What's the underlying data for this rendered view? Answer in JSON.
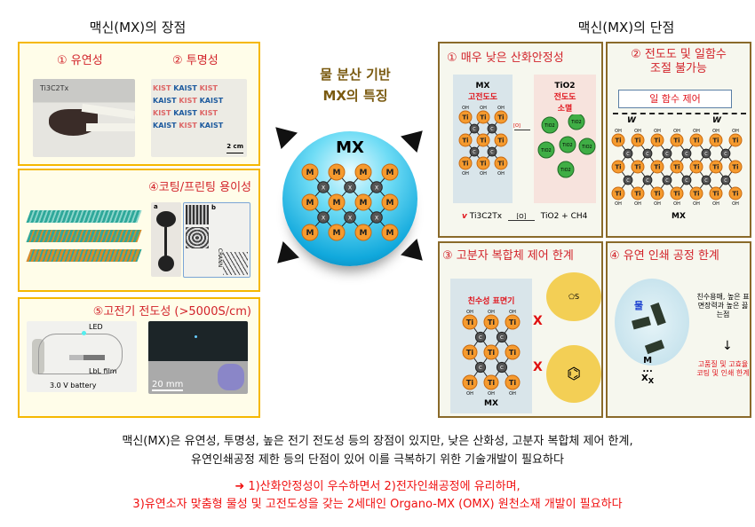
{
  "pros": {
    "title": "맥신(MX)의 장점",
    "p1": "① 유연성",
    "p1_formula": "Ti3C2Tx",
    "p2": "② 투명성",
    "p2_logo1": "KAIST",
    "p2_logo2": "KIST",
    "p2_scale": "2 cm",
    "p4": "④코팅/프린팅 용이성",
    "p4_a": "a",
    "p4_b": "b",
    "p4_crann": "CRANN",
    "p5": "⑤고전기 전도성 (>5000S/cm)",
    "p5_led": "LED",
    "p5_film": "LbL film",
    "p5_battery": "3.0 V battery",
    "p5_scale": "20 mm"
  },
  "center": {
    "title_line1": "물 분산 기반",
    "title_line2": "MX의 특징",
    "sphere_label": "MX",
    "atom_m": "M",
    "atom_x": "X"
  },
  "cons": {
    "title": "맥신(MX)의 단점",
    "c1": {
      "title": "① 매우 낮은 산화안정성",
      "mx": "MX",
      "mx_sub": "고전도도",
      "tio2": "TiO2",
      "tio2_sub1": "전도도",
      "tio2_sub2": "소멸",
      "arrow_label": "[O]",
      "eq_v": "v",
      "eq_left": "Ti3C2Tx",
      "eq_o": "[O]",
      "eq_right": "TiO2 + CH4",
      "tio2_particle": "TiO2",
      "ti": "Ti",
      "c": "C",
      "oh": "OH"
    },
    "c2": {
      "title_line1": "② 전도도 및 일함수",
      "title_line2": "조절 불가능",
      "box": "일 함수 제어",
      "w": "W",
      "mx": "MX"
    },
    "c3": {
      "title": "③ 고분자 복합체 제어 한계",
      "surface": "친수성 표면기",
      "mx": "MX",
      "s": "S",
      "x": "X"
    },
    "c4": {
      "title": "④ 유연 인쇄  공정 한계",
      "water": "물",
      "m": "M",
      "dots": "...",
      "xx": "X",
      "xsub": "X",
      "note": "친수용매, 높은 표면장력과 높은 끓는점",
      "result": "고품질 및 고효율 코팅 및 인쇄 한계"
    }
  },
  "summary": {
    "line1": "맥신(MX)은 유연성, 투명성, 높은 전기 전도성 등의 장점이 있지만, 낮은 산화성, 고분자 복합체 제어 한계,",
    "line2": "유연인쇄공정 제한 등의 단점이 있어 이를 극복하기 위한 기술개발이 필요하다",
    "line3": "➜ 1)산화안정성이 우수하면서 2)전자인쇄공정에 유리하며,",
    "line4": "3)유연소자 맞춤형 물성 및 고전도성을 갖는 2세대인 Organo-MX (OMX) 원천소재 개발이 필요하다"
  },
  "colors": {
    "accent_red": "#e0141c",
    "pro_border": "#f5b800",
    "con_border": "#8a6a2a",
    "title_gold": "#7a5a10"
  }
}
